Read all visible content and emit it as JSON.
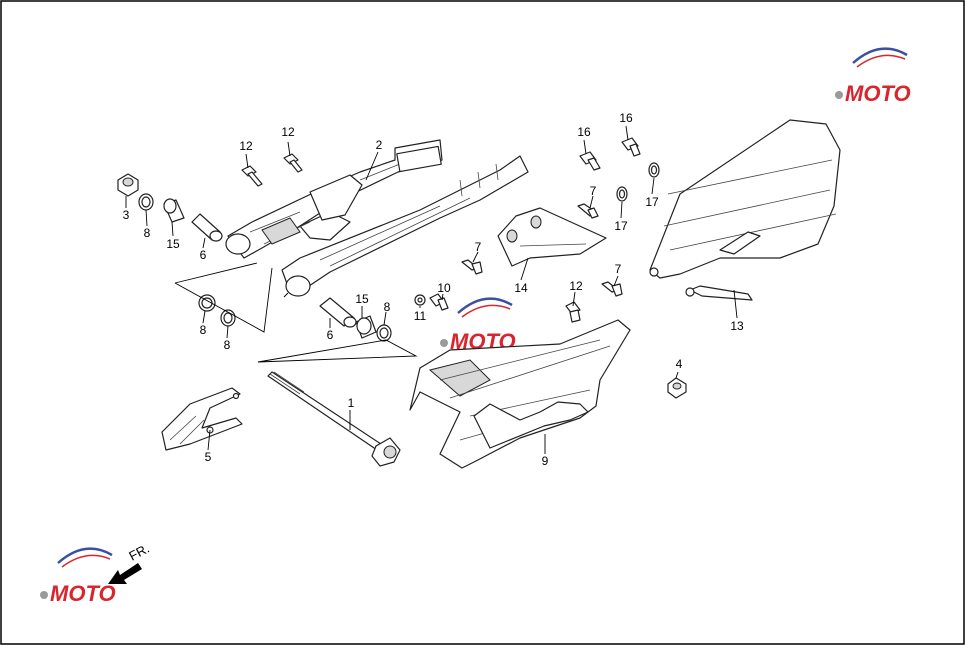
{
  "diagram": {
    "direction_label": "FR.",
    "watermark_text": "MOTO",
    "colors": {
      "line": "#222222",
      "watermark_red": "#d9262e",
      "watermark_blue": "#3a4fa0",
      "watermark_grey": "#9a9a9a"
    },
    "callouts": [
      {
        "id": "c1",
        "label": "1"
      },
      {
        "id": "c2",
        "label": "2"
      },
      {
        "id": "c3",
        "label": "3"
      },
      {
        "id": "c4",
        "label": "4"
      },
      {
        "id": "c5",
        "label": "5"
      },
      {
        "id": "c6a",
        "label": "6"
      },
      {
        "id": "c6b",
        "label": "6"
      },
      {
        "id": "c7a",
        "label": "7"
      },
      {
        "id": "c7b",
        "label": "7"
      },
      {
        "id": "c7c",
        "label": "7"
      },
      {
        "id": "c8a",
        "label": "8"
      },
      {
        "id": "c8b",
        "label": "8"
      },
      {
        "id": "c8c",
        "label": "8"
      },
      {
        "id": "c8d",
        "label": "8"
      },
      {
        "id": "c9",
        "label": "9"
      },
      {
        "id": "c10",
        "label": "10"
      },
      {
        "id": "c11",
        "label": "11"
      },
      {
        "id": "c12a",
        "label": "12"
      },
      {
        "id": "c12b",
        "label": "12"
      },
      {
        "id": "c12c",
        "label": "12"
      },
      {
        "id": "c13",
        "label": "13"
      },
      {
        "id": "c14",
        "label": "14"
      },
      {
        "id": "c15a",
        "label": "15"
      },
      {
        "id": "c15b",
        "label": "15"
      },
      {
        "id": "c16a",
        "label": "16"
      },
      {
        "id": "c16b",
        "label": "16"
      },
      {
        "id": "c17a",
        "label": "17"
      },
      {
        "id": "c17b",
        "label": "17"
      }
    ]
  }
}
